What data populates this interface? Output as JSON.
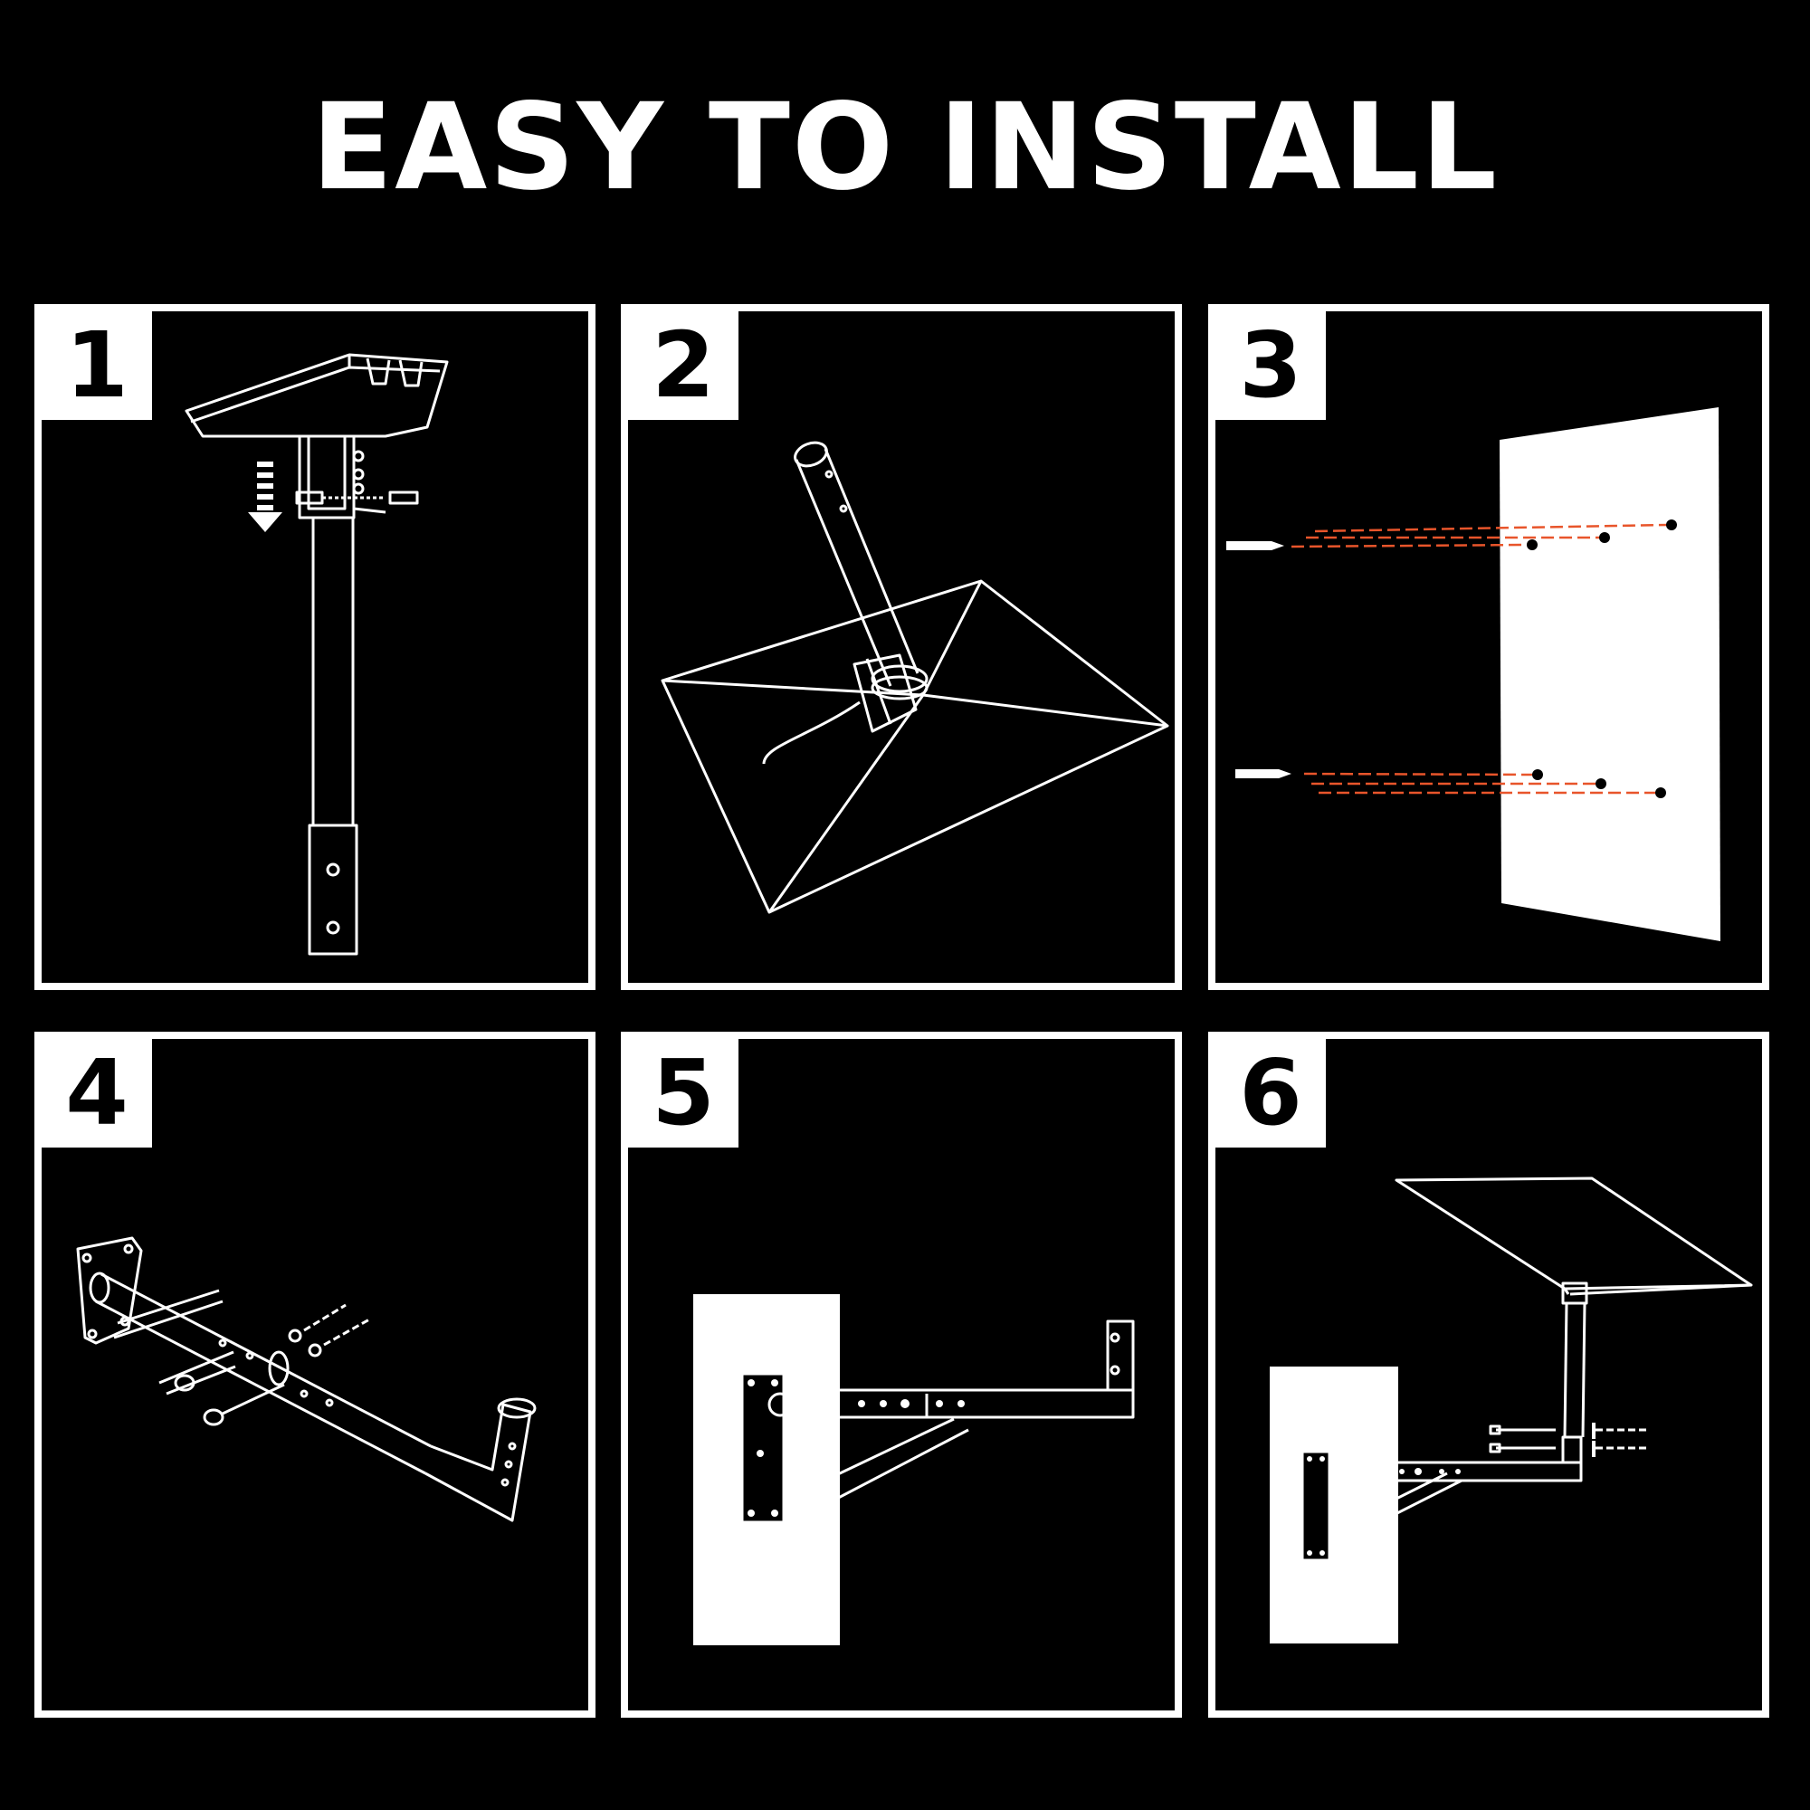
{
  "header": {
    "title": "EASY TO INSTALL"
  },
  "colors": {
    "background": "#000000",
    "line": "#ffffff",
    "guide": "#e8552b"
  },
  "steps": [
    {
      "number": "1",
      "illustration": "clamp-mount-on-pole"
    },
    {
      "number": "2",
      "illustration": "pole-into-dish-base"
    },
    {
      "number": "3",
      "illustration": "drill-holes-in-wall"
    },
    {
      "number": "4",
      "illustration": "assemble-wall-bracket"
    },
    {
      "number": "5",
      "illustration": "mount-bracket-on-wall"
    },
    {
      "number": "6",
      "illustration": "attach-dish-to-bracket"
    }
  ]
}
